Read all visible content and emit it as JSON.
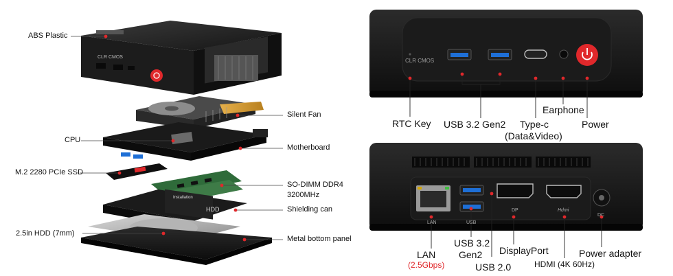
{
  "left_labels": {
    "abs_plastic": "ABS Plastic",
    "silent_fan": "Silent Fan",
    "cpu": "CPU",
    "motherboard": "Motherboard",
    "m2_ssd": "M.2 2280 PCIe SSD",
    "sodimm_line1": "SO-DIMM DDR4",
    "sodimm_line2": "3200MHz",
    "shielding_can": "Shielding can",
    "hdd": "2.5in HDD (7mm)",
    "bottom_panel": "Metal bottom panel"
  },
  "front_labels": {
    "rtc_key": "RTC Key",
    "usb32": "USB 3.2 Gen2",
    "typec_line1": "Type-c",
    "typec_line2": "(Data&Video)",
    "earphone": "Earphone",
    "power": "Power",
    "clr_cmos": "CLR CMOS"
  },
  "rear_labels": {
    "lan": "LAN",
    "lan_speed": "(2.5Gbps)",
    "usb32_line1": "USB 3.2",
    "usb32_line2": "Gen2",
    "usb20": "USB 2.0",
    "displayport": "DisplayPort",
    "hdmi": "HDMI (4K 60Hz)",
    "power_adapter": "Power adapter",
    "port_lan": "LAN",
    "port_usb": "USB",
    "port_dp": "DP",
    "port_hdmi": "Hdmi",
    "port_dc": "DC"
  },
  "device_text": {
    "case_clr": "CLR CMOS",
    "hdd_label": "HDD",
    "installation": "Installation"
  },
  "colors": {
    "accent_red": "#e0282b",
    "device_black": "#1a1a1a",
    "usb_blue": "#1e6fd6"
  }
}
